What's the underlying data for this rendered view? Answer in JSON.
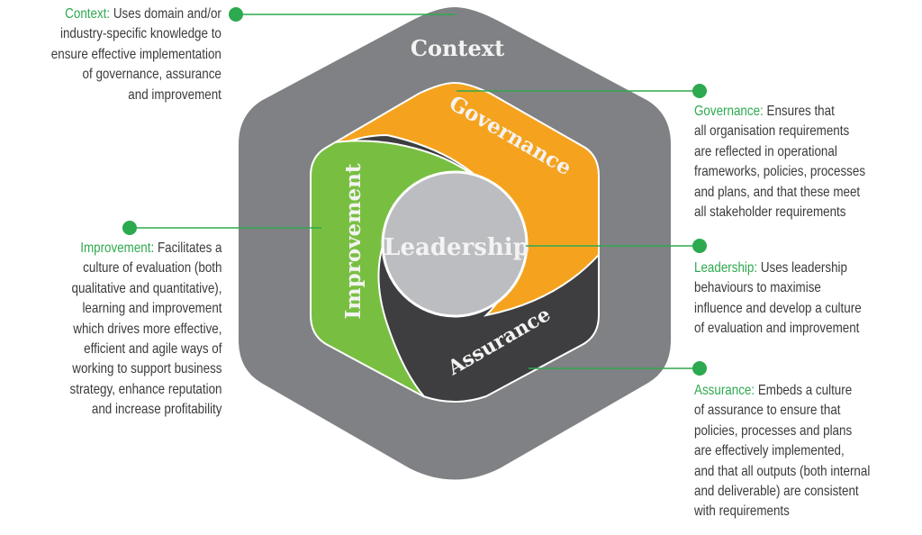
{
  "title": "Leadership, Governance, Assurance, Improvement and Context framework",
  "colors": {
    "context": "#808184",
    "governance": "#f5a31e",
    "improvement": "#78bf41",
    "assurance": "#3e3d3f",
    "leadership": "#bcbdc0",
    "connector": "#2da94f",
    "label_text": "#f3f3f3",
    "body_text": "#3a3a3a"
  },
  "diagram": {
    "context_label": "Context",
    "governance_label": "Governance",
    "improvement_label": "Improvement",
    "assurance_label": "Assurance",
    "leadership_label": "Leadership"
  },
  "descriptions": {
    "context": {
      "heading": "Context:",
      "lines": [
        "Uses domain and/or",
        "industry-specific knowledge to",
        "ensure effective implementation",
        "of governance, assurance",
        "and improvement"
      ]
    },
    "governance": {
      "heading": "Governance:",
      "lines": [
        "Ensures that",
        "all organisation requirements",
        "are reflected in operational",
        "frameworks, policies, processes",
        "and plans, and that these meet",
        "all stakeholder requirements"
      ]
    },
    "improvement": {
      "heading": "Improvement:",
      "lines": [
        "Facilitates a",
        "culture of evaluation (both",
        "qualitative and quantitative),",
        "learning and improvement",
        "which drives more effective,",
        "efficient and agile ways of",
        "working to support business",
        "strategy, enhance reputation",
        "and increase profitability"
      ]
    },
    "leadership": {
      "heading": "Leadership:",
      "lines": [
        "Uses leadership",
        "behaviours to maximise",
        "influence and develop a culture",
        "of evaluation and improvement"
      ]
    },
    "assurance": {
      "heading": "Assurance:",
      "lines": [
        "Embeds a culture",
        "of assurance to ensure that",
        "policies, processes and plans",
        "are effectively implemented,",
        "and that all outputs (both internal",
        "and deliverable) are consistent",
        "with requirements"
      ]
    }
  }
}
